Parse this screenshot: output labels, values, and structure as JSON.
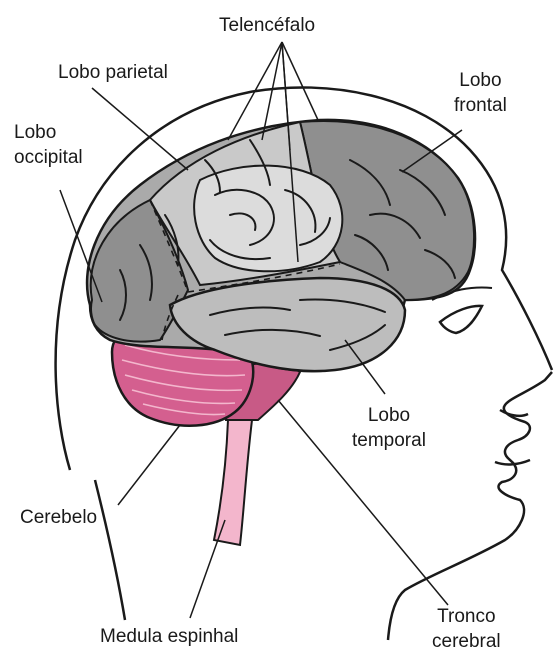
{
  "colors": {
    "background": "#ffffff",
    "outline": "#1a1a1a",
    "lobe_dark": "#8f8f8f",
    "lobe_mid": "#aaaaaa",
    "lobe_light": "#c9c9c9",
    "lobe_lighter": "#dcdcdc",
    "cerebellum": "#d45f8f",
    "cerebellum_lines": "#f3b7cd",
    "brainstem": "#c85a86",
    "spinal_cord": "#f3b6cc",
    "label_text": "#1a1a1a"
  },
  "labels": {
    "telencefalo": "Telencéfalo",
    "lobo_parietal": "Lobo parietal",
    "lobo_frontal": [
      "Lobo",
      "frontal"
    ],
    "lobo_occipital": [
      "Lobo",
      "occipital"
    ],
    "lobo_temporal": [
      "Lobo",
      "temporal"
    ],
    "cerebelo": "Cerebelo",
    "medula_espinhal": "Medula espinhal",
    "tronco_cerebral": [
      "Tronco",
      "cerebral"
    ]
  }
}
